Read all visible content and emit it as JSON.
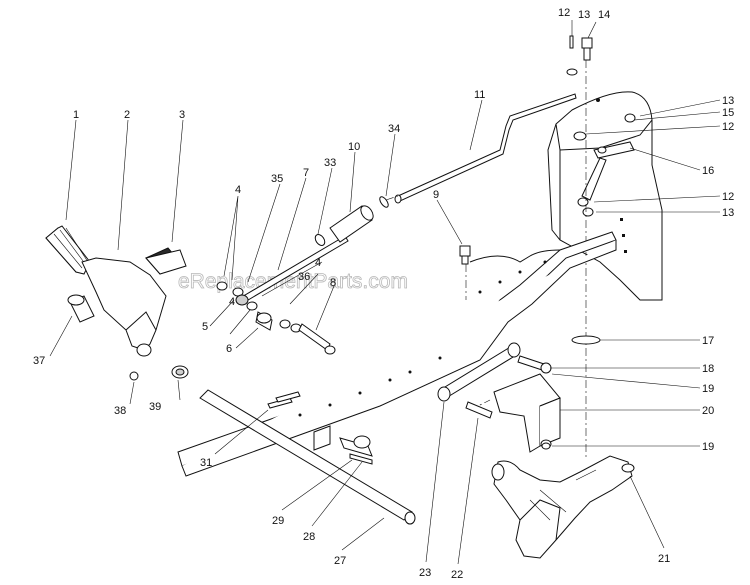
{
  "watermark": "eReplacementParts.com",
  "callouts": [
    {
      "id": "c1",
      "label": "1"
    },
    {
      "id": "c2",
      "label": "2"
    },
    {
      "id": "c3",
      "label": "3"
    },
    {
      "id": "c4a",
      "label": "4"
    },
    {
      "id": "c4b",
      "label": "4"
    },
    {
      "id": "c4c",
      "label": "4"
    },
    {
      "id": "c5",
      "label": "5"
    },
    {
      "id": "c6",
      "label": "6"
    },
    {
      "id": "c7",
      "label": "7"
    },
    {
      "id": "c8",
      "label": "8"
    },
    {
      "id": "c9",
      "label": "9"
    },
    {
      "id": "c10",
      "label": "10"
    },
    {
      "id": "c11",
      "label": "11"
    },
    {
      "id": "c12a",
      "label": "12"
    },
    {
      "id": "c12b",
      "label": "12"
    },
    {
      "id": "c12c",
      "label": "12"
    },
    {
      "id": "c13a",
      "label": "13"
    },
    {
      "id": "c13b",
      "label": "13"
    },
    {
      "id": "c13c",
      "label": "13"
    },
    {
      "id": "c14",
      "label": "14"
    },
    {
      "id": "c15",
      "label": "15"
    },
    {
      "id": "c16",
      "label": "16"
    },
    {
      "id": "c17",
      "label": "17"
    },
    {
      "id": "c18",
      "label": "18"
    },
    {
      "id": "c19a",
      "label": "19"
    },
    {
      "id": "c19b",
      "label": "19"
    },
    {
      "id": "c20",
      "label": "20"
    },
    {
      "id": "c21",
      "label": "21"
    },
    {
      "id": "c22",
      "label": "22"
    },
    {
      "id": "c23",
      "label": "23"
    },
    {
      "id": "c27",
      "label": "27"
    },
    {
      "id": "c28",
      "label": "28"
    },
    {
      "id": "c29",
      "label": "29"
    },
    {
      "id": "c31",
      "label": "31"
    },
    {
      "id": "c33",
      "label": "33"
    },
    {
      "id": "c34",
      "label": "34"
    },
    {
      "id": "c35",
      "label": "35"
    },
    {
      "id": "c36",
      "label": "36"
    },
    {
      "id": "c37",
      "label": "37"
    },
    {
      "id": "c38",
      "label": "38"
    },
    {
      "id": "c39",
      "label": "39"
    }
  ]
}
